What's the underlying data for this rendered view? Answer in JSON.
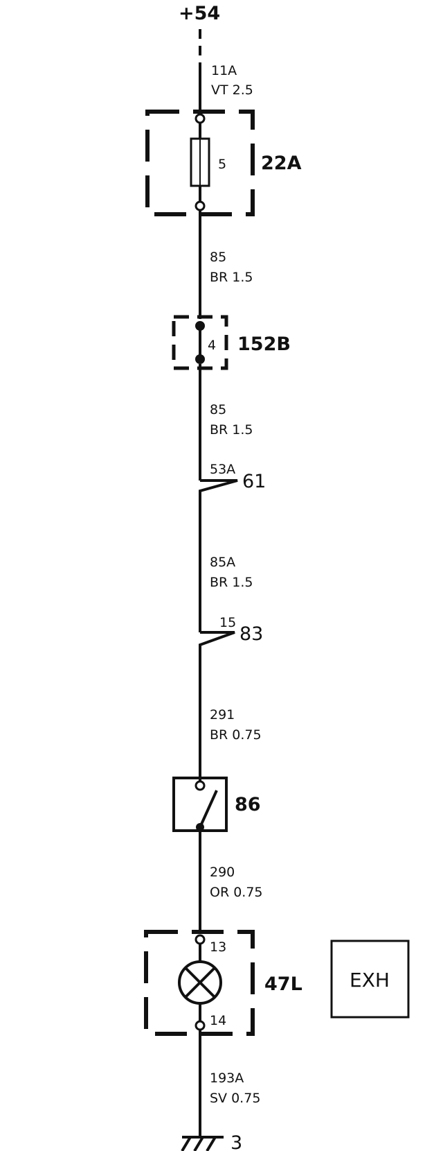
{
  "supply": {
    "label": "+54"
  },
  "wires": [
    {
      "number": "11A",
      "spec": "VT 2.5"
    },
    {
      "number": "85",
      "spec": "BR 1.5"
    },
    {
      "number": "85",
      "spec": "BR 1.5"
    },
    {
      "number": "85A",
      "spec": "BR 1.5"
    },
    {
      "number": "291",
      "spec": "BR 0.75"
    },
    {
      "number": "290",
      "spec": "OR 0.75"
    },
    {
      "number": "193A",
      "spec": "SV 0.75"
    }
  ],
  "components": {
    "fuse": {
      "ref": "22A",
      "pin": "5"
    },
    "connector": {
      "ref": "152B",
      "pin": "4"
    },
    "splice1": {
      "ref": "61",
      "pin": "53A"
    },
    "splice2": {
      "ref": "83",
      "pin": "15"
    },
    "switch": {
      "ref": "86"
    },
    "lamp": {
      "ref": "47L",
      "pin_top": "13",
      "pin_bottom": "14"
    },
    "ground": {
      "ref": "3"
    }
  },
  "legend_box": {
    "label": "EXH"
  }
}
